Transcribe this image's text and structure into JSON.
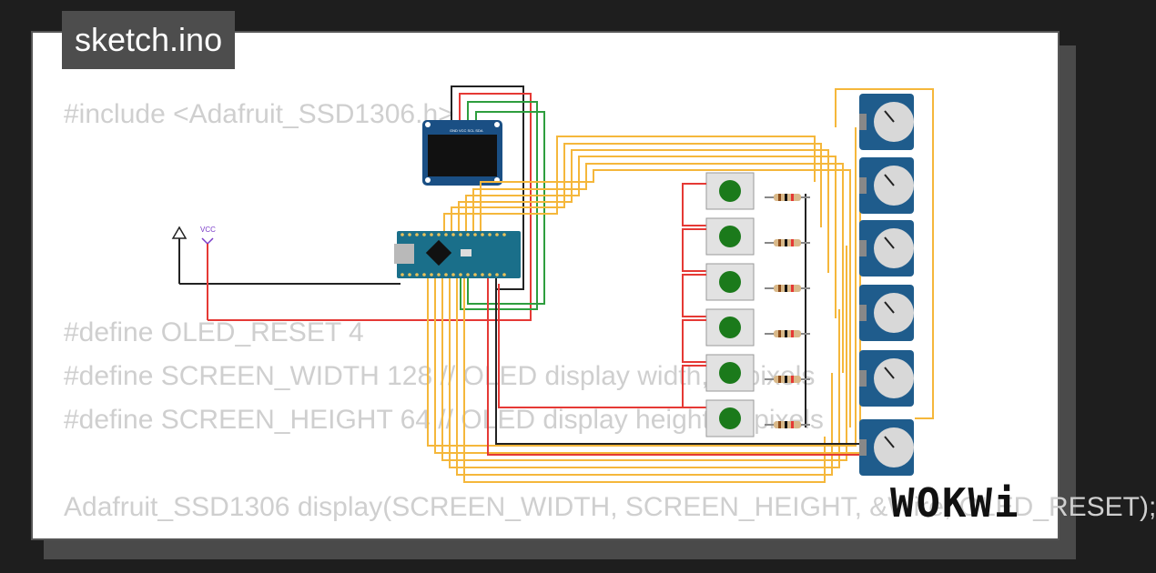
{
  "title": "sketch.ino",
  "code": {
    "line1": "#include <Adafruit_SSD1306.h>",
    "line2": "#define OLED_RESET 4",
    "line3": "#define SCREEN_WIDTH 128 // OLED display width, in pixels",
    "line4": "#define SCREEN_HEIGHT 64 // OLED display height, in pixels",
    "line5": "Adafruit_SSD1306 display(SCREEN_WIDTH, SCREEN_HEIGHT, &Wire, OLED_RESET);"
  },
  "diagram": {
    "vcc_label": "VCC",
    "oled_pins": "GND VCC SCL SDA"
  },
  "brand": "WOKWi",
  "colors": {
    "background": "#1e1e1e",
    "card": "#ffffff",
    "wire_yellow": "#f5b73b",
    "wire_red": "#e53935",
    "wire_green": "#2e9e3e",
    "wire_black": "#222222",
    "pot_blue": "#1f5c8c",
    "button_green": "#1b7a1b"
  },
  "icons": [
    "ground-icon",
    "vcc-icon",
    "oled-display",
    "arduino-nano",
    "pushbutton",
    "resistor",
    "potentiometer"
  ]
}
